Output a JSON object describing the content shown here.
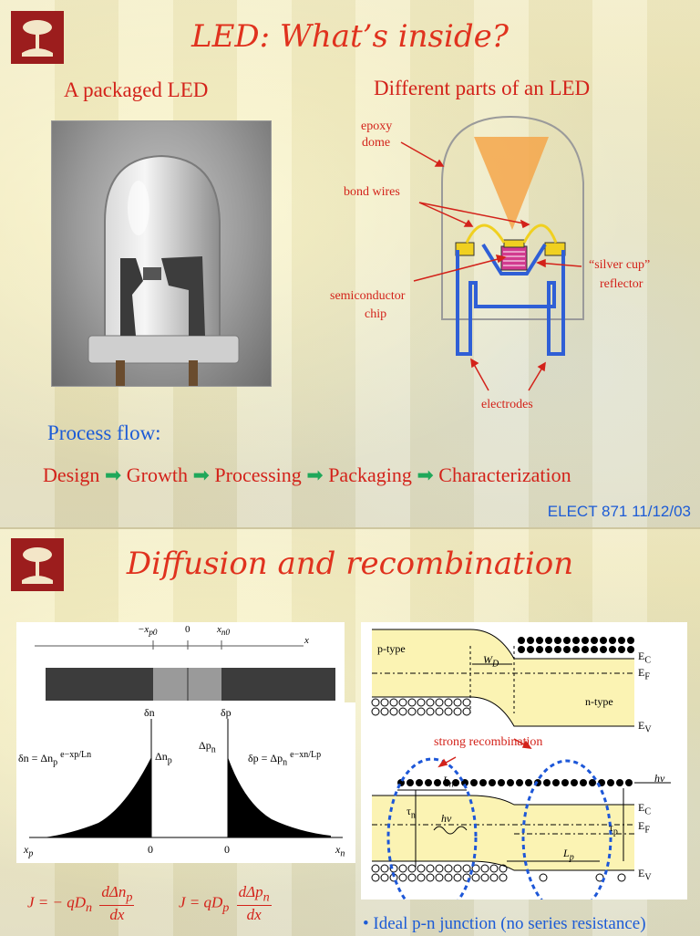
{
  "slide1": {
    "title": "LED: What’s inside?",
    "left_heading": "A packaged LED",
    "right_heading": "Different parts of an LED",
    "labels": {
      "epoxy_line1": "epoxy",
      "epoxy_line2": "dome",
      "bond_wires": "bond wires",
      "silver_line1": "“silver cup”",
      "silver_line2": "reflector",
      "chip_line1": "semiconductor",
      "chip_line2": "chip",
      "electrodes": "electrodes"
    },
    "process_label": "Process flow:",
    "process_steps": [
      "Design",
      "Growth",
      "Processing",
      "Packaging",
      "Characterization"
    ],
    "footer": "ELECT 871 11/12/03",
    "colors": {
      "title": "#e0321e",
      "label": "#d3221a",
      "blue": "#1c5bd6",
      "arrow": "#1fa85a"
    }
  },
  "slide2": {
    "title": "Diffusion and recombination",
    "left_fig": {
      "axis_top": [
        "−x",
        "p0",
        "0",
        "x",
        "n0",
        "x"
      ],
      "dn_label": "δn",
      "dp_label": "δp",
      "dn_eq": "δn = Δn",
      "dn_eq_sub": "p",
      "dn_eq_exp": "e−xp/Ln",
      "dn_peak": "Δn",
      "dn_peak_sub": "p",
      "dp_peak": "Δp",
      "dp_peak_sub": "n",
      "dp_eq": "δp = Δp",
      "dp_eq_sub": "n",
      "dp_eq_exp": "e−xn/Lp",
      "xp": "x",
      "xp_sub": "p",
      "xn": "x",
      "xn_sub": "n",
      "zero": "0"
    },
    "right_fig": {
      "p_type": "p-type",
      "n_type": "n-type",
      "wd": "W",
      "wd_sub": "D",
      "ec": "E",
      "ec_sub": "C",
      "ef": "E",
      "ef_sub": "F",
      "ev": "E",
      "ev_sub": "V",
      "strong": "strong recombination",
      "ln": "L",
      "ln_sub": "n",
      "lp": "L",
      "lp_sub": "p",
      "tau_n": "τ",
      "tau_n_sub": "n",
      "tau_p": "τ",
      "tau_p_sub": "p",
      "hv": "hν"
    },
    "eq1": "J = − qD",
    "eq1_sub": "n",
    "eq1_num": "dΔn",
    "eq1_num_sub": "p",
    "eq1_den": "dx",
    "eq2": "J = qD",
    "eq2_sub": "p",
    "eq2_num": "dΔp",
    "eq2_num_sub": "n",
    "eq2_den": "dx",
    "bullet": "• Ideal p-n junction (no series resistance)"
  }
}
